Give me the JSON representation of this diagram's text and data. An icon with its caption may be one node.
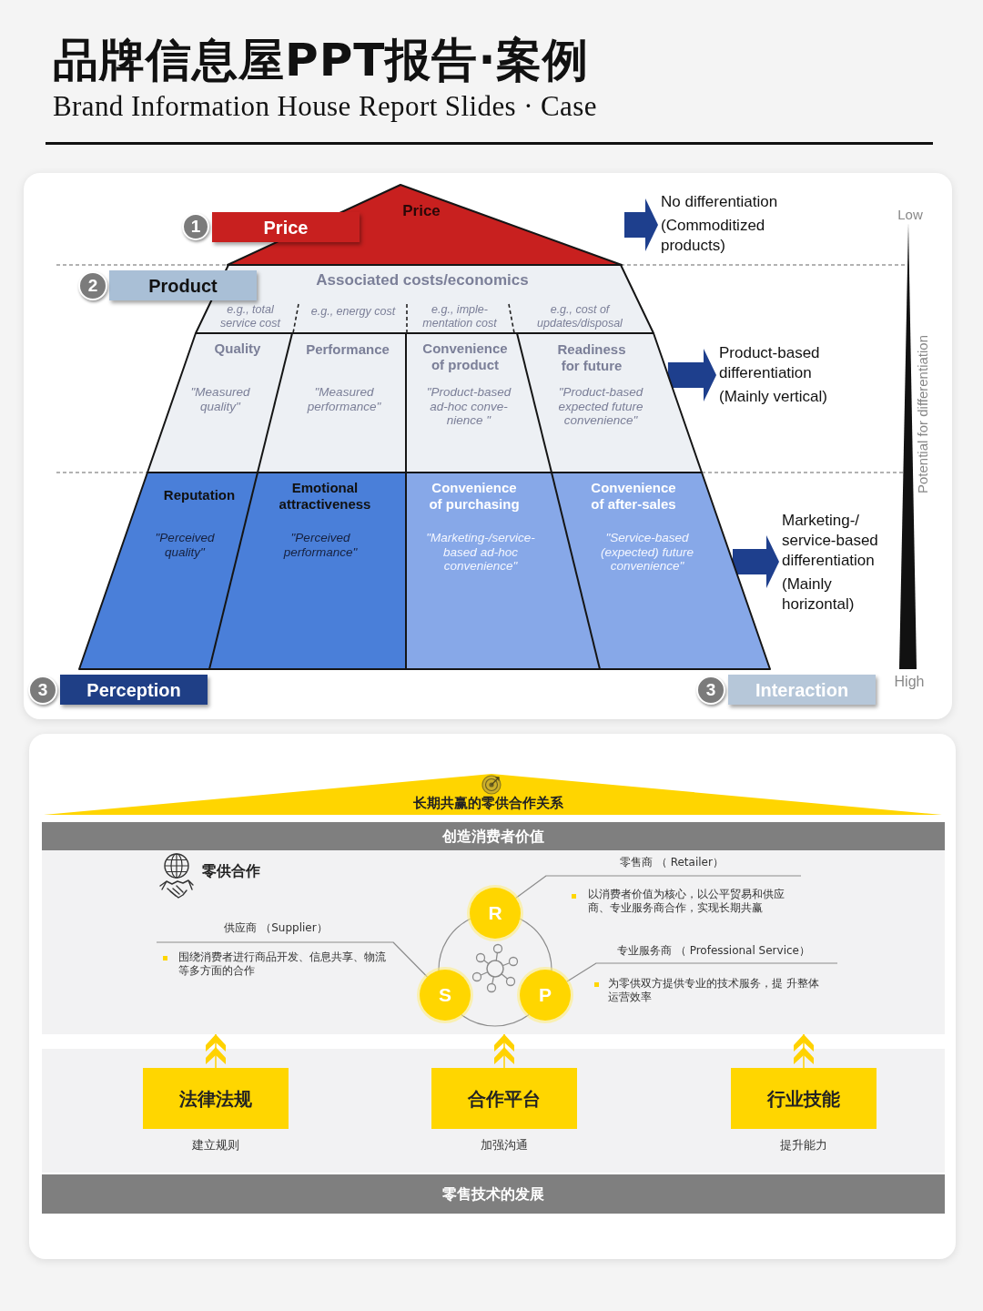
{
  "diagram": {
    "title": "品牌信息屋PPT报告·案例",
    "nodes": [
      {
        "text": [
          "Price"
        ],
        "beside": [
          "1"
        ]
      },
      {
        "text": [
          "Price"
        ]
      },
      {
        "text": [
          "Product"
        ],
        "beside": [
          "2"
        ]
      },
      {
        "text": [
          "Associated costs/economics"
        ]
      },
      {
        "text": [
          "e.g., total service cost"
        ],
        "in": 3
      },
      {
        "text": [
          "e.g., energy cost"
        ],
        "in": 3
      },
      {
        "text": [
          "e.g., imple- mentation cost"
        ],
        "in": 3
      },
      {
        "text": [
          "e.g., cost of updates/disposal"
        ],
        "in": 3
      },
      {
        "text": [
          "Quality",
          "\"Measured quality\""
        ],
        "in": 3
      },
      {
        "text": [
          "Performance",
          "\"Measured performance\""
        ],
        "in": 3
      },
      {
        "text": [
          "Convenience of product",
          "\"Product-based ad-hoc conve- nience \""
        ],
        "in": 3
      },
      {
        "text": [
          "Readiness for future",
          "\"Product-based expected future convenience\""
        ],
        "in": 3
      },
      {
        "text": [],
        "shape": "trapezoid"
      },
      {
        "text": [
          "Reputation",
          "\"Perceived quality\""
        ],
        "in": 12
      },
      {
        "text": [
          "Emotional attractiveness",
          "\"Perceived performance\""
        ],
        "in": 12
      },
      {
        "text": [
          "Convenience of purchasing",
          "\"Marketing-/service-based ad-hoc convenience\""
        ],
        "in": 12
      },
      {
        "text": [
          "Convenience of after-sales",
          "\"Service-based (expected) future convenience\""
        ],
        "in": 12
      },
      {
        "text": [
          "Perception"
        ],
        "beside": [
          "3"
        ]
      },
      {
        "text": [
          "Interaction"
        ],
        "beside": [
          "3"
        ]
      },
      {
        "text": [
          "No differentiation",
          "(Commoditized products)"
        ]
      },
      {
        "text": [
          "Product-based differentiation",
          "(Mainly vertical)"
        ]
      },
      {
        "text": [
          "Marketing-/ service-based differentiation",
          "(Mainly horizontal)"
        ]
      },
      {
        "text": [
          "长期共赢的零供合作关系"
        ]
      },
      {
        "text": [
          "创造消费者价值"
        ]
      },
      {
        "text": [
          "零供合作"
        ]
      },
      {
        "text": [
          "零售商 （ Retailer）",
          "以消费者价值为核心，以公平贸易和供应商、专业服务商合作，实现长期共赢"
        ],
        "in": 24
      },
      {
        "text": [
          "R"
        ],
        "in": 24
      },
      {
        "text": [
          "供应商 （Supplier）",
          "围绕消费者进行商品开发、信息共享、物流等多方面的合作"
        ],
        "in": 24
      },
      {
        "text": [
          "专业服务商 （ Professional Service）",
          "为零供双方提供专业的技术服务，提 升整体运营效率"
        ],
        "in": 24
      },
      {
        "text": [
          "S"
        ],
        "in": 24
      },
      {
        "text": [
          "P"
        ],
        "in": 24
      },
      {
        "text": [
          "法律法规"
        ],
        "beside": [
          "建立规则"
        ]
      },
      {
        "text": [
          "合作平台"
        ],
        "beside": [
          "加强沟通"
        ]
      },
      {
        "text": [
          "行业技能"
        ],
        "beside": [
          "提升能力"
        ]
      },
      {
        "text": [
          "零售技术的发展"
        ]
      }
    ],
    "edges": [
      {
        "from": null,
        "to": 19,
        "arrow": "to",
        "style": "thick",
        "color": "#1e3f8d"
      },
      {
        "from": 3,
        "to": 20,
        "arrow": "to",
        "style": "thick",
        "color": "#1e3f8d"
      },
      {
        "from": 12,
        "to": 21,
        "arrow": "to",
        "style": "thick",
        "color": "#1e3f8d"
      },
      {
        "from": 25,
        "to": 26,
        "arrow": "none"
      },
      {
        "from": 27,
        "to": 29,
        "arrow": "none"
      },
      {
        "from": 28,
        "to": 30,
        "arrow": "none"
      },
      {
        "from": 26,
        "to": 29,
        "arrow": "none"
      },
      {
        "from": 29,
        "to": 30,
        "arrow": "none"
      },
      {
        "from": 30,
        "to": 26,
        "arrow": "none"
      },
      {
        "from": 31,
        "to": 24,
        "arrow": "to",
        "color": "#ffd200"
      },
      {
        "from": 32,
        "to": 24,
        "arrow": "to",
        "color": "#ffd200"
      },
      {
        "from": 33,
        "to": 24,
        "arrow": "to",
        "color": "#ffd200"
      }
    ],
    "labels": [
      "Brand Information House Report Slides · Case",
      "Low",
      "Potential for differentiation",
      "High"
    ]
  }
}
